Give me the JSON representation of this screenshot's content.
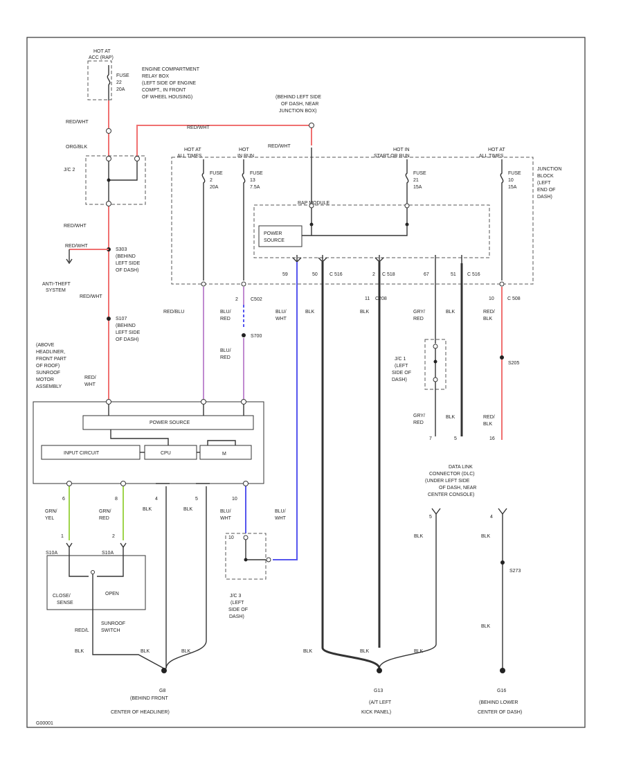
{
  "labels": {
    "hot_acc": [
      "HOT AT",
      "ACC (RAP)"
    ],
    "fuse_top": [
      "FUSE",
      "22",
      "20A"
    ],
    "engine_relay": [
      "ENGINE COMPARTMENT",
      "RELAY BOX",
      "(LEFT SIDE OF ENGINE",
      "COMPT., IN FRONT",
      "OF WHEEL HOUSING)"
    ],
    "behind_left_junction": [
      "(BEHIND LEFT SIDE",
      "OF DASH, NEAR",
      "JUNCTION BOX)"
    ],
    "hot_all_1": [
      "HOT AT",
      "ALL TIMES"
    ],
    "hot_run": [
      "HOT",
      "IN RUN"
    ],
    "hot_start": [
      "HOT IN",
      "START OR RUN"
    ],
    "hot_all_2": [
      "HOT AT",
      "ALL TIMES"
    ],
    "fuse_a": [
      "FUSE",
      "2",
      "20A"
    ],
    "fuse_b": [
      "FUSE",
      "13",
      "7.5A"
    ],
    "fuse_c": [
      "FUSE",
      "21",
      "15A"
    ],
    "fuse_d": [
      "FUSE",
      "10",
      "15A"
    ],
    "junction_block": [
      "JUNCTION",
      "BLOCK",
      "(LEFT",
      "END OF",
      "DASH)"
    ],
    "rap_module": "RAP MODULE",
    "power_source_small": [
      "POWER",
      "SOURCE"
    ],
    "jc2_top": "J/C 2",
    "wire_red_wht_1": "RED/WHT",
    "wire_org_blk": "ORG/BLK",
    "wire_red_wht_2": "RED/WHT",
    "wire_red_wht_3": "RED/WHT",
    "wire_red_wht_4": "RED/WHT",
    "wire_red_wht_5": "RED/WHT",
    "anti_theft": [
      "ANTI-THEFT",
      "SYSTEM"
    ],
    "s303": [
      "S303",
      "(BEHIND",
      "LEFT SIDE",
      "OF DASH)"
    ],
    "s107": [
      "S107",
      "(BEHIND",
      "LEFT SIDE",
      "OF DASH)"
    ],
    "sunroof_motor": [
      "(ABOVE",
      "HEADLINER,",
      "FRONT PART",
      "OF ROOF)",
      "SUNROOF",
      "MOTOR",
      "ASSEMBLY"
    ],
    "wire_red_wht_6": [
      "RED/",
      "WHT"
    ],
    "wire_red_blu": "RED/BLU",
    "wire_blu_red_1": [
      "BLU/",
      "RED"
    ],
    "wire_blu_red_2": [
      "BLU/",
      "RED"
    ],
    "s700": "S700",
    "c502": "C502",
    "pin_2": "2",
    "wire_blu_wht_1": [
      "BLU/",
      "WHT"
    ],
    "wire_blk_1": "BLK",
    "wire_blk_2": "BLK",
    "wire_gry_red_1": [
      "GRY/",
      "RED"
    ],
    "wire_blk_3": "BLK",
    "wire_red_blk_1": [
      "RED/",
      "BLK"
    ],
    "pins_c516": [
      "59",
      "50",
      "C 516"
    ],
    "pins_c518": [
      "2",
      "C 518"
    ],
    "pins_c516b": [
      "67",
      "51",
      "C 516"
    ],
    "c208": [
      "11",
      "C208"
    ],
    "c508": [
      "10",
      "C 508"
    ],
    "jc1": [
      "J/C 1",
      "(LEFT",
      "SIDE OF",
      "DASH)"
    ],
    "s205": "S205",
    "wire_gry_red_2": [
      "GRY/",
      "RED"
    ],
    "wire_blk_4": "BLK",
    "wire_red_blk_2": [
      "RED/",
      "BLK"
    ],
    "dlc_pins": [
      "7",
      "5",
      "16"
    ],
    "power_source": "POWER SOURCE",
    "input_circuit": "INPUT CIRCUIT",
    "cpu": "CPU",
    "m": "M",
    "dlc": [
      "DATA LINK",
      "CONNECTOR (DLC)",
      "(UNDER LEFT SIDE",
      "OF DASH, NEAR",
      "CENTER CONSOLE)"
    ],
    "pin_labels_bottom": [
      "6",
      "8",
      "4",
      "5",
      "10"
    ],
    "wire_grn_yel": [
      "GRN/",
      "YEL"
    ],
    "wire_grn_red": [
      "GRN/",
      "RED"
    ],
    "wire_blk_5": "BLK",
    "wire_blk_6": "BLK",
    "wire_blu_wht_2": [
      "BLU/",
      "WHT"
    ],
    "wire_blu_wht_3": [
      "BLU/",
      "WHT"
    ],
    "sw_pins": [
      "1",
      "2"
    ],
    "sw_conn": [
      "S10A",
      "S10A"
    ],
    "close_switch": [
      "CLOSE/",
      "SENSE"
    ],
    "open": "OPEN",
    "sunroof_switch": [
      "SUNROOF",
      "SWITCH"
    ],
    "wire_red_sw": "RED/L",
    "wire_blk_sw": "BLK",
    "jc3": [
      "J/C 3",
      "(LEFT",
      "SIDE OF",
      "DASH)"
    ],
    "jc3_pin": "10",
    "pins_lower_right": [
      "5",
      "4"
    ],
    "wire_blk_7": "BLK",
    "wire_blk_8": "BLK",
    "s273": "S273",
    "wire_blk_9": "BLK",
    "ground_blk": [
      "BLK",
      "BLK",
      "BLK",
      "BLK",
      "BLK",
      "BLK"
    ],
    "g8": [
      "G8",
      "(BEHIND FRONT",
      "CENTER OF HEADLINER)"
    ],
    "g13": [
      "G13",
      "(A/T LEFT",
      "KICK PANEL)"
    ],
    "g16": [
      "G16",
      "(BEHIND LOWER",
      "CENTER OF DASH)"
    ],
    "footer_code": "G00001"
  },
  "colors": {
    "red_wire": "#f07070",
    "violet_wire": "#c08ad0",
    "blue_wire": "#5555ee",
    "green_wire": "#9ed44a",
    "black_wire": "#333333"
  }
}
